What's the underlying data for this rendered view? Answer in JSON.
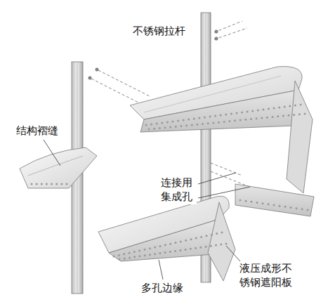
{
  "diagram": {
    "labels": [
      "不锈钢拉杆",
      "结构褶缝",
      "连接用 集成孔",
      "液压成形不 锈钢遮阳板",
      "多孔边缘"
    ]
  }
}
